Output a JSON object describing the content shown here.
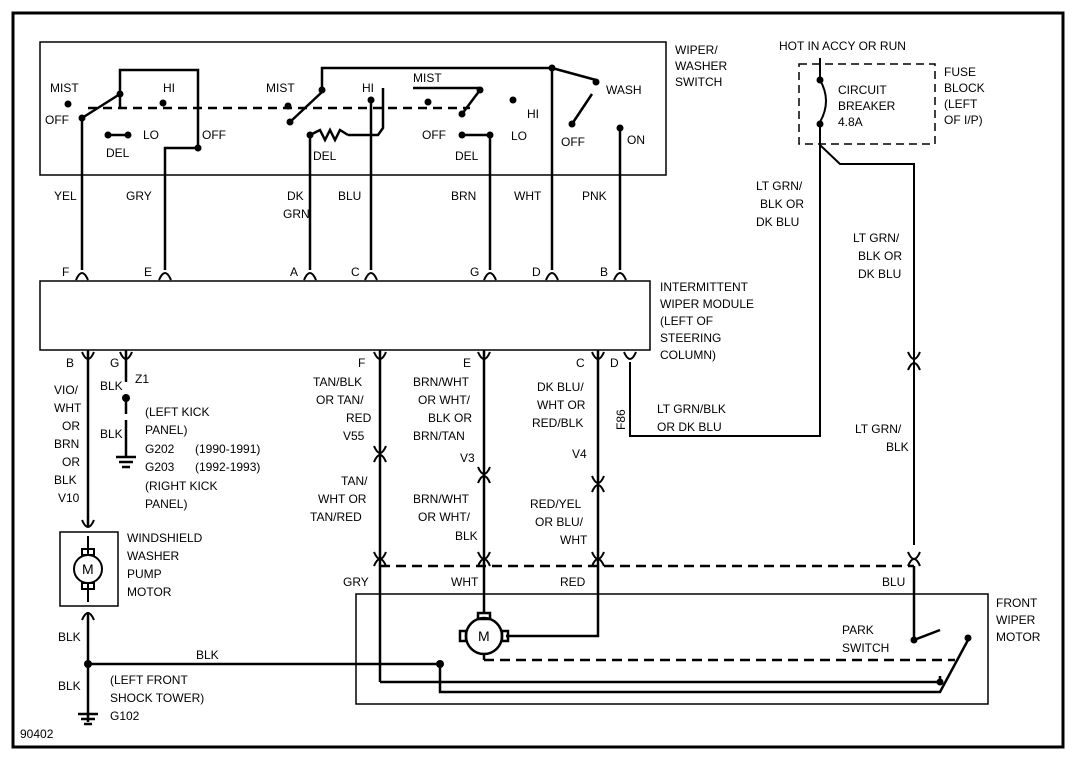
{
  "figure_id": "90402",
  "switch": {
    "title": [
      "WIPER/",
      "WASHER",
      "SWITCH"
    ],
    "labels": {
      "mist1": "MIST",
      "hi1": "HI",
      "off1": "OFF",
      "lo1": "LO",
      "del1": "DEL",
      "off2": "OFF",
      "mist2": "MIST",
      "hi2": "HI",
      "del2": "DEL",
      "mist3": "MIST",
      "off3": "OFF",
      "del3": "DEL",
      "hi3": "HI",
      "lo3": "LO",
      "wash": "WASH",
      "off4": "OFF",
      "on": "ON"
    }
  },
  "wires_top": {
    "yel": "YEL",
    "gry": "GRY",
    "dk": "DK",
    "grn": "GRN",
    "blu": "BLU",
    "brn": "BRN",
    "wht": "WHT",
    "pnk": "PNK"
  },
  "module_pins_top": {
    "f": "F",
    "e": "E",
    "a": "A",
    "c": "C",
    "g": "G",
    "d": "D",
    "b": "B"
  },
  "module": {
    "label": [
      "INTERMITTENT",
      "WIPER MODULE",
      "(LEFT OF",
      "STEERING",
      "COLUMN)"
    ]
  },
  "module_pins_bottom": {
    "b": "B",
    "g": "G",
    "f": "F",
    "e": "E",
    "c": "C",
    "d": "D"
  },
  "fuse": {
    "hot_label": "HOT IN ACCY OR RUN",
    "breaker": [
      "CIRCUIT",
      "BREAKER",
      "4.8A"
    ],
    "block": [
      "FUSE",
      "BLOCK",
      "(LEFT",
      "OF I/P)"
    ]
  },
  "right_wires": {
    "upper": [
      "LT GRN/",
      "BLK OR",
      "DK BLU"
    ],
    "mid": [
      "LT GRN/",
      "BLK OR",
      "DK BLU"
    ],
    "lower": [
      "LT GRN/",
      "BLK"
    ],
    "d_wire": [
      "LT GRN/BLK",
      "OR DK BLU"
    ],
    "f86": "F86"
  },
  "left_side": {
    "wire_b": [
      "VIO/",
      "WHT",
      "OR",
      "BRN",
      "OR",
      "BLK",
      "V10"
    ],
    "z1": "Z1",
    "blk1": "BLK",
    "blk2": "BLK",
    "kick": [
      "(LEFT KICK",
      "PANEL)"
    ],
    "g202": "G202",
    "g202_years": "(1990-1991)",
    "g203": "G203",
    "g203_years": "(1992-1993)",
    "right_kick": [
      "(RIGHT KICK",
      "PANEL)"
    ],
    "pump": [
      "WINDSHIELD",
      "WASHER",
      "PUMP",
      "MOTOR"
    ],
    "blk3": "BLK",
    "blk4": "BLK",
    "blk5": "BLK",
    "shock": [
      "(LEFT FRONT",
      "SHOCK TOWER)"
    ],
    "g102": "G102",
    "motor_m": "M"
  },
  "middle_wires": {
    "f_wire": [
      "TAN/BLK",
      "OR TAN/",
      "RED",
      "V55"
    ],
    "f_lower": [
      "TAN/",
      "WHT OR",
      "TAN/RED"
    ],
    "e_wire": [
      "BRN/WHT",
      "OR WHT/",
      "BLK OR",
      "BRN/TAN",
      "V3"
    ],
    "e_lower": [
      "BRN/WHT",
      "OR WHT/",
      "BLK"
    ],
    "c_wire": [
      "DK BLU/",
      "WHT OR",
      "RED/BLK",
      "V4"
    ],
    "c_lower": [
      "RED/YEL",
      "OR BLU/",
      "WHT"
    ]
  },
  "motor_area": {
    "gry": "GRY",
    "wht": "WHT",
    "red": "RED",
    "blu": "BLU",
    "park": [
      "PARK",
      "SWITCH"
    ],
    "title": [
      "FRONT",
      "WIPER",
      "MOTOR"
    ],
    "m": "M"
  }
}
